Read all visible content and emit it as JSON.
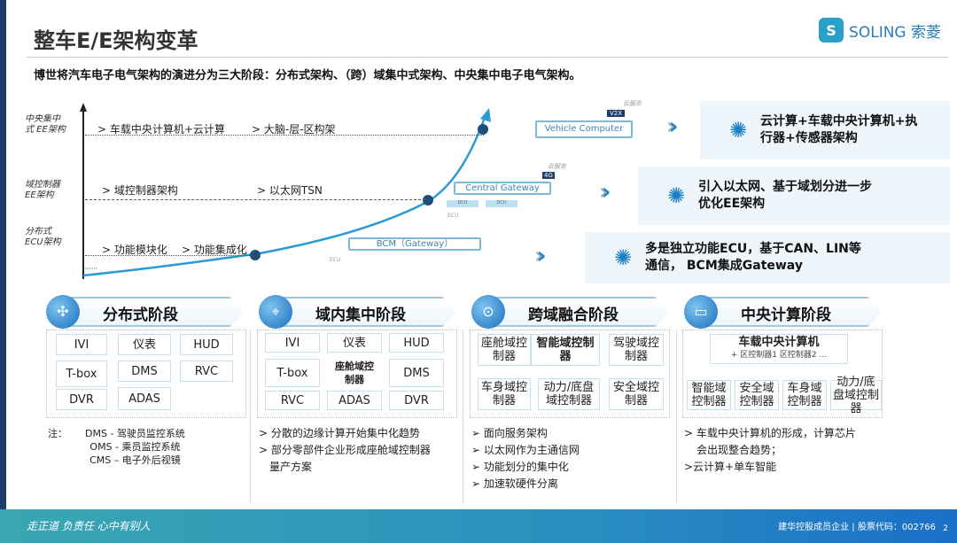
{
  "header": {
    "title": "整车E/E架构变革",
    "logo_text": "SOLING 索菱",
    "subtitle": "博世将汽车电子电气架构的演进分为三大阶段：分布式架构、（跨）域集中式架构、中央集中电子电气架构。"
  },
  "evolution": {
    "y_labels": [
      {
        "l1": "中央集中",
        "l2": "式 EE架构"
      },
      {
        "l1": "域控制器",
        "l2": "EE架构"
      },
      {
        "l1": "分布式",
        "l2": "ECU架构"
      }
    ],
    "levels": {
      "central": [
        "> 车载中央计算机+云计算",
        "> 大脑-层-区构架"
      ],
      "domain": [
        "> 域控制器架构",
        "> 以太网TSN"
      ],
      "distributed": [
        "> 功能模块化",
        "> 功能集成化"
      ]
    },
    "diagrams": {
      "vehicle_computer": "Vehicle Computer",
      "v2x": "V2X",
      "cloud1": "云服务",
      "central_gateway": "Central Gateway",
      "fourg": "4G",
      "cloud2": "云服务",
      "bcm": "BCM（Gateway）",
      "dcu": "DCU",
      "ecu": "ECU"
    }
  },
  "panels": [
    {
      "text_l1": "云计算+车载中央计算机+执",
      "text_l2": "行器+传感器架构",
      "icon": "lightbulb-gear-icon"
    },
    {
      "text_l1": "引入以太网、基于域划分进一步",
      "text_l2": "优化EE架构",
      "icon": "lightbulb-gear-icon"
    },
    {
      "text_l1": "多是独立功能ECU，基于CAN、LIN等",
      "text_l2": "通信， BCM集成Gateway",
      "icon": "lightbulb-gear-icon"
    }
  ],
  "stages": [
    {
      "name": "分布式阶段",
      "cells": [
        "IVI",
        "仪表",
        "HUD",
        "T-box",
        "DMS",
        "RVC",
        "DVR",
        "ADAS"
      ],
      "notes_label": "注：",
      "notes": [
        "DMS - 驾驶员监控系统",
        "OMS - 乘员监控系统",
        "CMS – 电子外后视镜"
      ]
    },
    {
      "name": "域内集中阶段",
      "cells": [
        "IVI",
        "仪表",
        "HUD",
        "T-box",
        "座舱域控制器",
        "DMS",
        "RVC",
        "ADAS",
        "DVR"
      ],
      "notes": [
        "> 分散的边缘计算开始集中化趋势",
        "> 部分零部件企业形成座舱域控制器",
        "量产方案"
      ]
    },
    {
      "name": "跨域融合阶段",
      "cells": [
        "座舱域控制器",
        "智能域控制器",
        "驾驶域控制器",
        "车身域控制器",
        "动力/底盘域控制器",
        "安全域控制器"
      ],
      "notes": [
        "➢ 面向服务架构",
        "➢ 以太网作为主通信网",
        "➢ 功能划分的集中化",
        "➢ 加速软硬件分离"
      ]
    },
    {
      "name": "中央计算阶段",
      "central": "车载中央计算机",
      "zones": "+ 区控制器1   区控制器2  ...",
      "cells": [
        "智能域控制器",
        "安全域控制器",
        "车身域控制器",
        "动力/底盘域控制器"
      ],
      "notes": [
        "> 车载中央计算机的形成，计算芯片",
        "会出现整合趋势；",
        ">云计算+单车智能"
      ]
    }
  ],
  "footer": {
    "slogan": "走正道 负责任 心中有别人",
    "company": "建华控股成员企业 | 股票代码：002766",
    "page": "2"
  }
}
